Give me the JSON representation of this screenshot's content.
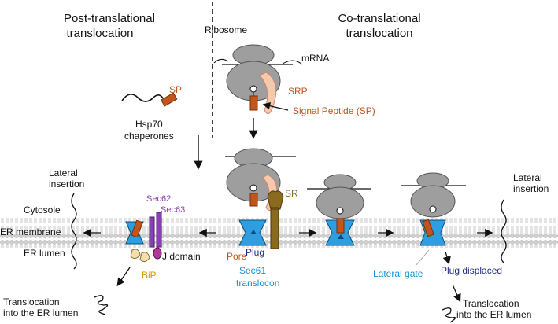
{
  "headings": {
    "post_line1": "Post-translational",
    "post_line2": "translocation",
    "co_line1": "Co-translational",
    "co_line2": "translocation"
  },
  "labels": {
    "ribosome": "Ribosome",
    "mrna": "mRNA",
    "srp": "SRP",
    "signal_peptide": "Signal Peptide (SP)",
    "sp": "SP",
    "hsp70_line1": "Hsp70",
    "hsp70_line2": "chaperones",
    "lateral_insertion_left_1": "Lateral",
    "lateral_insertion_left_2": "insertion",
    "lateral_insertion_right_1": "Lateral",
    "lateral_insertion_right_2": "insertion",
    "cytosole": "Cytosole",
    "er_membrane": "ER membrane",
    "er_lumen": "ER lumen",
    "sec62": "Sec62",
    "sec63": "Sec63",
    "j_domain": "J domain",
    "bip": "BiP",
    "sr": "SR",
    "pore": "Pore",
    "plug": "Plug",
    "sec61_line1": "Sec61",
    "sec61_line2": "translocon",
    "lateral_gate": "Lateral gate",
    "plug_displaced": "Plug displaced",
    "translocation_left_1": "Translocation",
    "translocation_left_2": "into the ER lumen",
    "translocation_right_1": "Translocation",
    "translocation_right_2": "into the ER lumen"
  },
  "colors": {
    "ribosome": "#9e9e9e",
    "srp": "#f6c9ad",
    "signal_peptide": "#c0561c",
    "sec61": "#2f9ee0",
    "sec62_63": "#8a3fb5",
    "sr": "#8a6a1e",
    "bip": "#f3deb0",
    "membrane": "#cfcfcf",
    "orange_text": "#c0561c",
    "blue_text": "#1e8fd0",
    "navy_text": "#1f2f7a",
    "purple_text": "#8a3fb5",
    "gold_text": "#d19a00"
  }
}
